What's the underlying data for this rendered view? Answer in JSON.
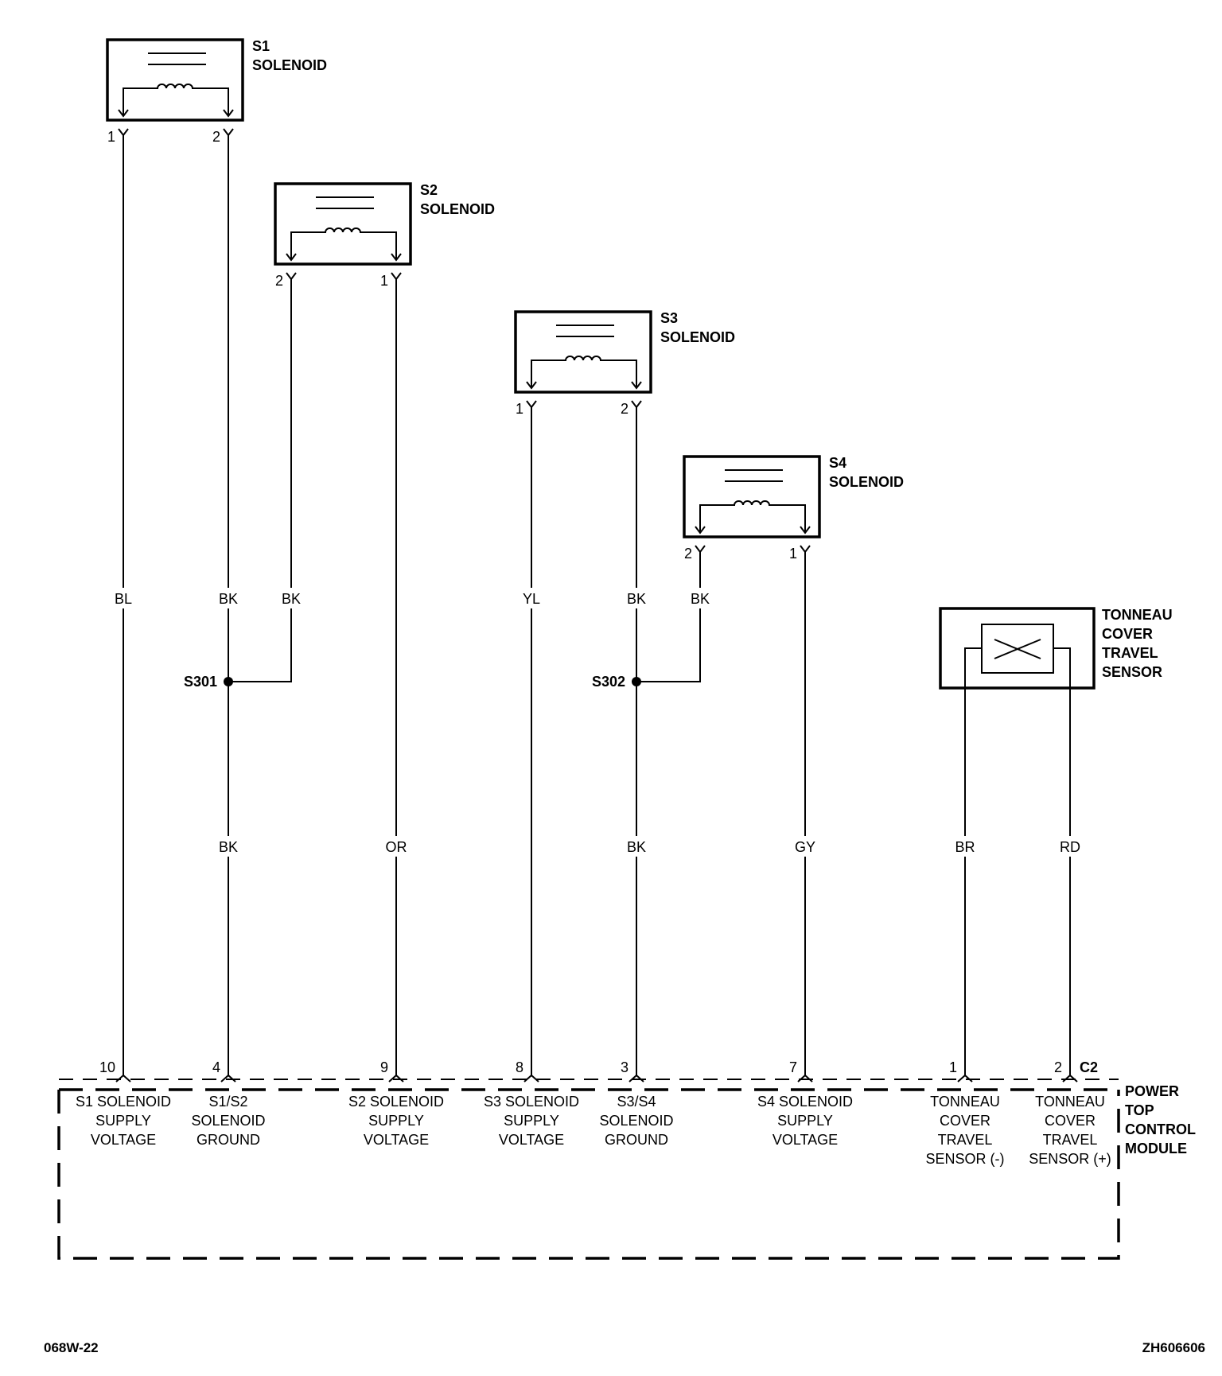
{
  "solenoids": [
    {
      "id": "s1",
      "name_line1": "S1",
      "name_line2": "SOLENOID",
      "pin_left": "1",
      "pin_right": "2"
    },
    {
      "id": "s2",
      "name_line1": "S2",
      "name_line2": "SOLENOID",
      "pin_left": "2",
      "pin_right": "1"
    },
    {
      "id": "s3",
      "name_line1": "S3",
      "name_line2": "SOLENOID",
      "pin_left": "1",
      "pin_right": "2"
    },
    {
      "id": "s4",
      "name_line1": "S4",
      "name_line2": "SOLENOID",
      "pin_left": "2",
      "pin_right": "1"
    }
  ],
  "sensor": {
    "lines": [
      "TONNEAU",
      "COVER",
      "TRAVEL",
      "SENSOR"
    ]
  },
  "splices": [
    {
      "id": "S301"
    },
    {
      "id": "S302"
    }
  ],
  "wire_colors": {
    "s1_pin1": "BL",
    "s1_pin2": "BK",
    "s2_pin2": "BK",
    "s3_pin1": "YL",
    "s3_pin2": "BK",
    "s4_pin2": "BK",
    "gnd12": "BK",
    "s2_pin1": "OR",
    "gnd34": "BK",
    "s4_pin1": "GY",
    "sensor_neg": "BR",
    "sensor_pos": "RD"
  },
  "module": {
    "name_lines": [
      "POWER",
      "TOP",
      "CONTROL",
      "MODULE"
    ],
    "connector": "C2",
    "pins": [
      {
        "num": "10",
        "lines": [
          "S1 SOLENOID",
          "SUPPLY",
          "VOLTAGE"
        ]
      },
      {
        "num": "4",
        "lines": [
          "S1/S2",
          "SOLENOID",
          "GROUND"
        ]
      },
      {
        "num": "9",
        "lines": [
          "S2 SOLENOID",
          "SUPPLY",
          "VOLTAGE"
        ]
      },
      {
        "num": "8",
        "lines": [
          "S3 SOLENOID",
          "SUPPLY",
          "VOLTAGE"
        ]
      },
      {
        "num": "3",
        "lines": [
          "S3/S4",
          "SOLENOID",
          "GROUND"
        ]
      },
      {
        "num": "7",
        "lines": [
          "S4 SOLENOID",
          "SUPPLY",
          "VOLTAGE"
        ]
      },
      {
        "num": "1",
        "lines": [
          "TONNEAU",
          "COVER",
          "TRAVEL",
          "SENSOR (-)"
        ]
      },
      {
        "num": "2",
        "lines": [
          "TONNEAU",
          "COVER",
          "TRAVEL",
          "SENSOR (+)"
        ]
      }
    ]
  },
  "footer": {
    "left": "068W-22",
    "right": "ZH606606"
  }
}
